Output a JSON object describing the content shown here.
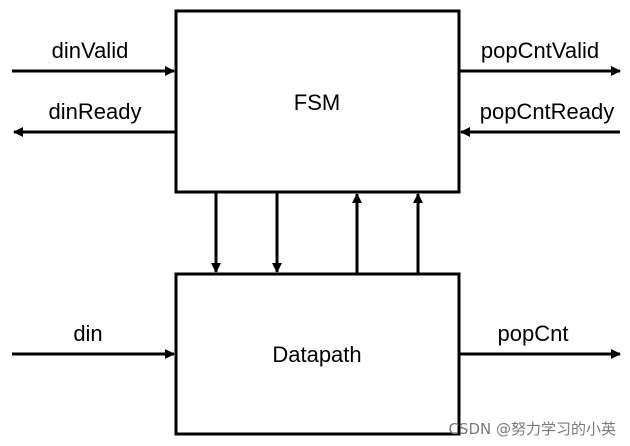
{
  "colors": {
    "stroke": "#000000",
    "background": "#ffffff",
    "watermark": "#7a7a7a"
  },
  "blocks": {
    "fsm": {
      "label": "FSM"
    },
    "datapath": {
      "label": "Datapath"
    }
  },
  "signals": {
    "din_valid": "dinValid",
    "din_ready": "dinReady",
    "din": "din",
    "pop_cnt_valid": "popCntValid",
    "pop_cnt_ready": "popCntReady",
    "pop_cnt": "popCnt"
  },
  "watermark": "CSDN @努力学习的小英"
}
